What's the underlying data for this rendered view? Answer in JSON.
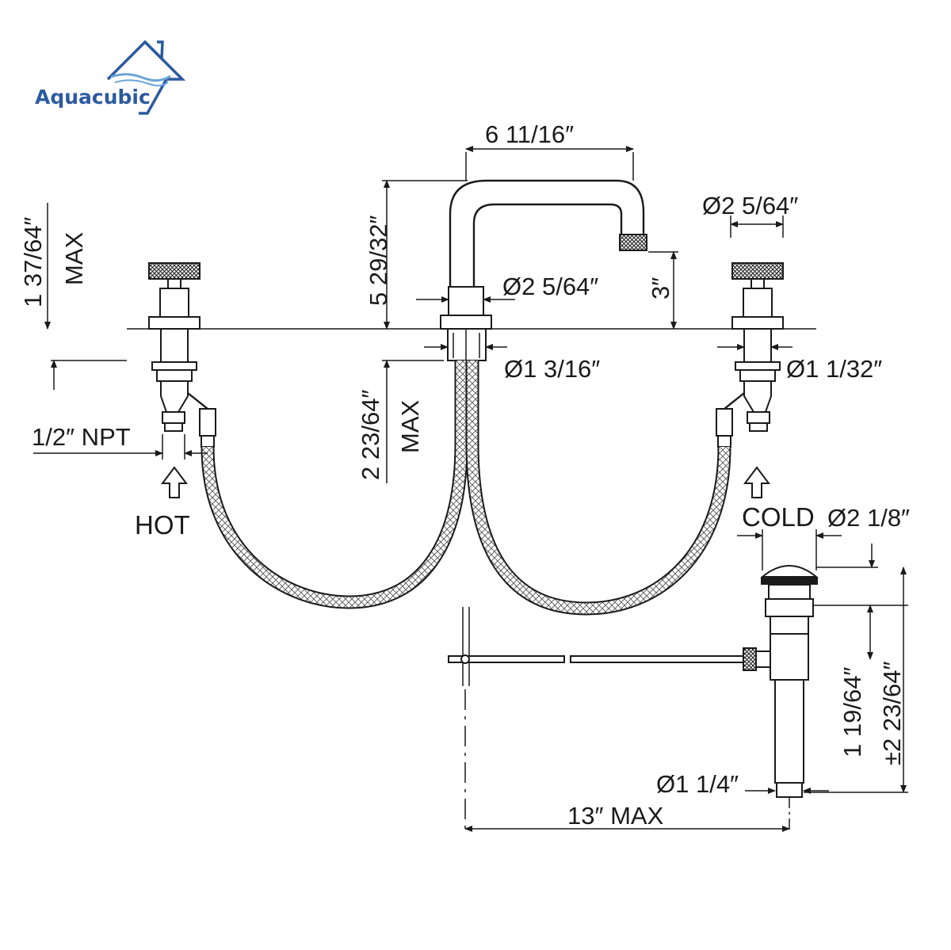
{
  "brand": {
    "name": "Aquacubic",
    "color": "#2c5aa0",
    "wave_color": "#6aa5d8"
  },
  "dimensions": {
    "spout_reach": "6 11/16″",
    "spout_height": "5 29/32″",
    "handle_height": "1 37/64″",
    "handle_height_note": "MAX",
    "aerator_diameter": "Ø2 5/64″",
    "spout_base_diameter": "Ø2 5/64″",
    "spout_clearance": "3″",
    "spout_shank_diameter": "Ø1 3/16″",
    "valve_shank_diameter": "Ø1 1/32″",
    "deck_thickness": "2 23/64″",
    "deck_thickness_note": "MAX",
    "inlet_thread": "1/2″ NPT",
    "drain_flange_diameter": "Ø2 1/8″",
    "drain_height_upper": "1 19/64″",
    "drain_height_total": "±2 23/64″",
    "tailpiece_diameter": "Ø1 1/4″",
    "drain_distance": "13″ MAX"
  },
  "labels": {
    "hot": "HOT",
    "cold": "COLD"
  }
}
